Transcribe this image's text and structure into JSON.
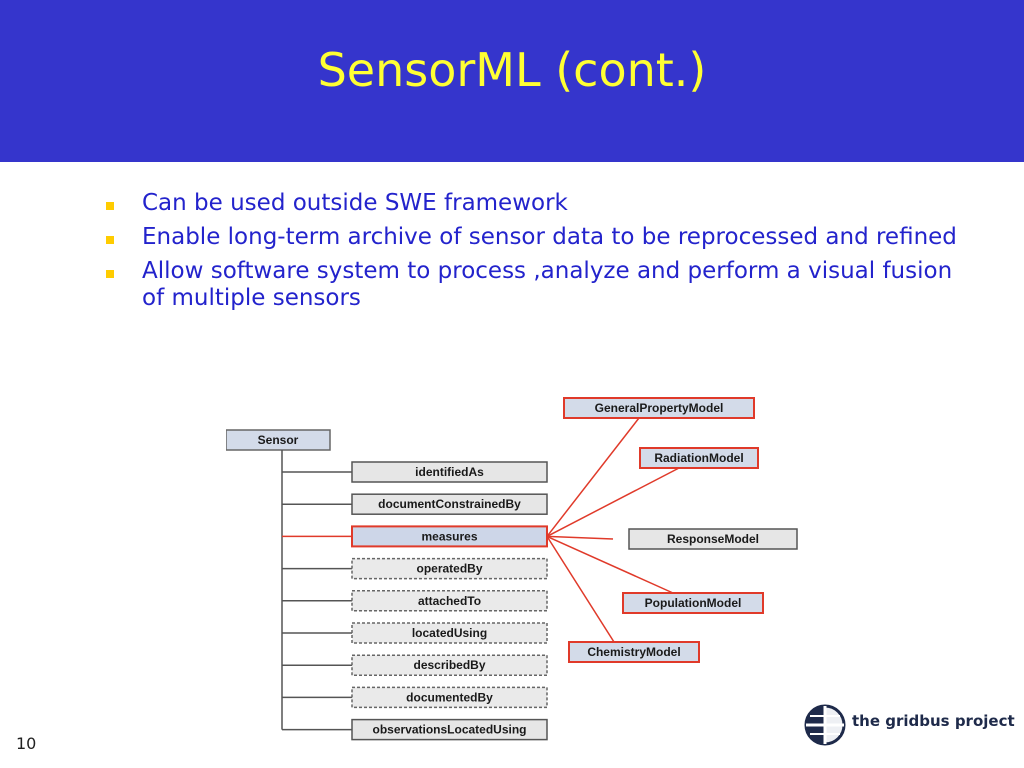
{
  "slide": {
    "title": "SensorML (cont.)",
    "page_number": "10",
    "colors": {
      "header": "#3535cc",
      "title": "#ffff33",
      "body_text": "#2323cc",
      "bullet": "#ffcc00",
      "highlight_line": "#e03a2a"
    }
  },
  "bullets": [
    "Can be used outside SWE framework",
    "Enable long-term archive of sensor data to be reprocessed and refined",
    "Allow software system to process ,analyze and perform a visual fusion of multiple sensors"
  ],
  "diagram": {
    "root": "Sensor",
    "properties": [
      {
        "label": "identifiedAs",
        "style": "solid"
      },
      {
        "label": "documentConstrainedBy",
        "style": "solid"
      },
      {
        "label": "measures",
        "style": "highlighted"
      },
      {
        "label": "operatedBy",
        "style": "dashed"
      },
      {
        "label": "attachedTo",
        "style": "dashed"
      },
      {
        "label": "locatedUsing",
        "style": "dashed"
      },
      {
        "label": "describedBy",
        "style": "dashed"
      },
      {
        "label": "documentedBy",
        "style": "dashed"
      },
      {
        "label": "observationsLocatedUsing",
        "style": "solid"
      }
    ],
    "models": [
      {
        "label": "GeneralPropertyModel",
        "style": "highlighted"
      },
      {
        "label": "RadiationModel",
        "style": "highlighted"
      },
      {
        "label": "ResponseModel",
        "style": "plain"
      },
      {
        "label": "PopulationModel",
        "style": "highlighted"
      },
      {
        "label": "ChemistryModel",
        "style": "highlighted"
      }
    ]
  },
  "logo": {
    "text": "the gridbus project",
    "icon": "globe-grid-icon"
  }
}
